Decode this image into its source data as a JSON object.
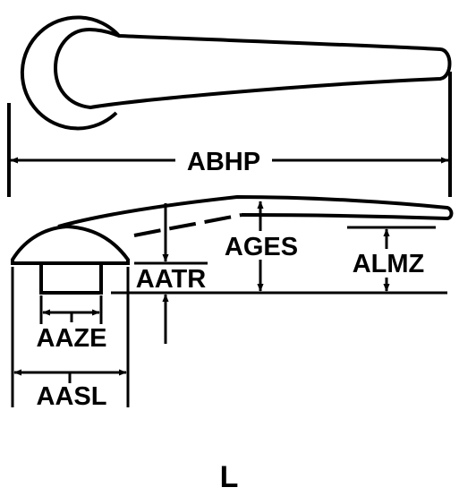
{
  "diagram": {
    "dimensions": {
      "overall_length": "ABHP",
      "lever_height": "AGES",
      "tip_height": "ALMZ",
      "thickness": "AATR",
      "inner_width": "AAZE",
      "base_width": "AASL"
    },
    "view_label": "L",
    "colors": {
      "line": "#000000",
      "background": "#ffffff"
    }
  }
}
